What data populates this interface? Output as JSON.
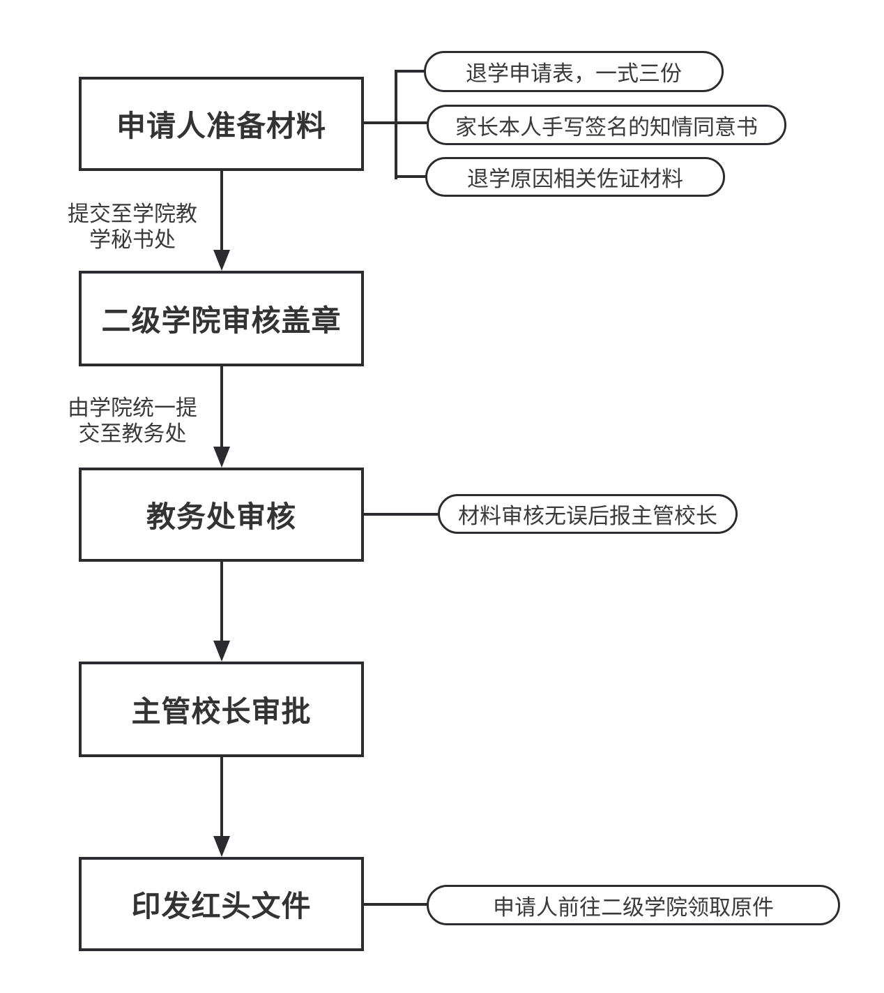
{
  "diagram": {
    "type": "flowchart",
    "colors": {
      "line": "#2b2b30",
      "node_text": "#333333",
      "note_text": "#3a3a3a",
      "background": "#ffffff"
    },
    "process_nodes": [
      {
        "label": "申请人准备材料"
      },
      {
        "label": "二级学院审核盖章"
      },
      {
        "label": "教务处审核"
      },
      {
        "label": "主管校长审批"
      },
      {
        "label": "印发红头文件"
      }
    ],
    "attachment_notes": [
      {
        "label": "退学申请表，一式三份"
      },
      {
        "label": "家长本人手写签名的知情同意书"
      },
      {
        "label": "退学原因相关佐证材料"
      },
      {
        "label": "材料审核无误后报主管校长"
      },
      {
        "label": "申请人前往二级学院领取原件"
      }
    ],
    "edge_labels": [
      {
        "line1": "提交至学院教",
        "line2": "学秘书处"
      },
      {
        "line1": "由学院统一提",
        "line2": "交至教务处"
      }
    ]
  }
}
